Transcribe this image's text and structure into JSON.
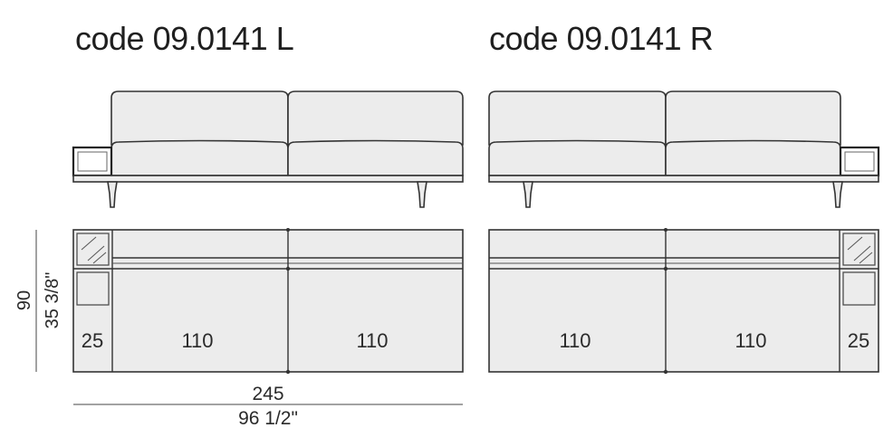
{
  "titles": {
    "left": "code 09.0141 L",
    "right": "code 09.0141 R"
  },
  "dimensions": {
    "depth_cm": "90",
    "depth_in": "35 3/8\"",
    "width_cm": "245",
    "width_in": "96 1/2\""
  },
  "modules": {
    "left": {
      "table_width": "25",
      "seats": [
        "110",
        "110"
      ]
    },
    "right": {
      "seats": [
        "110",
        "110"
      ],
      "table_width": "25"
    }
  },
  "colors": {
    "fill": "#ececec",
    "stroke": "#333333"
  }
}
